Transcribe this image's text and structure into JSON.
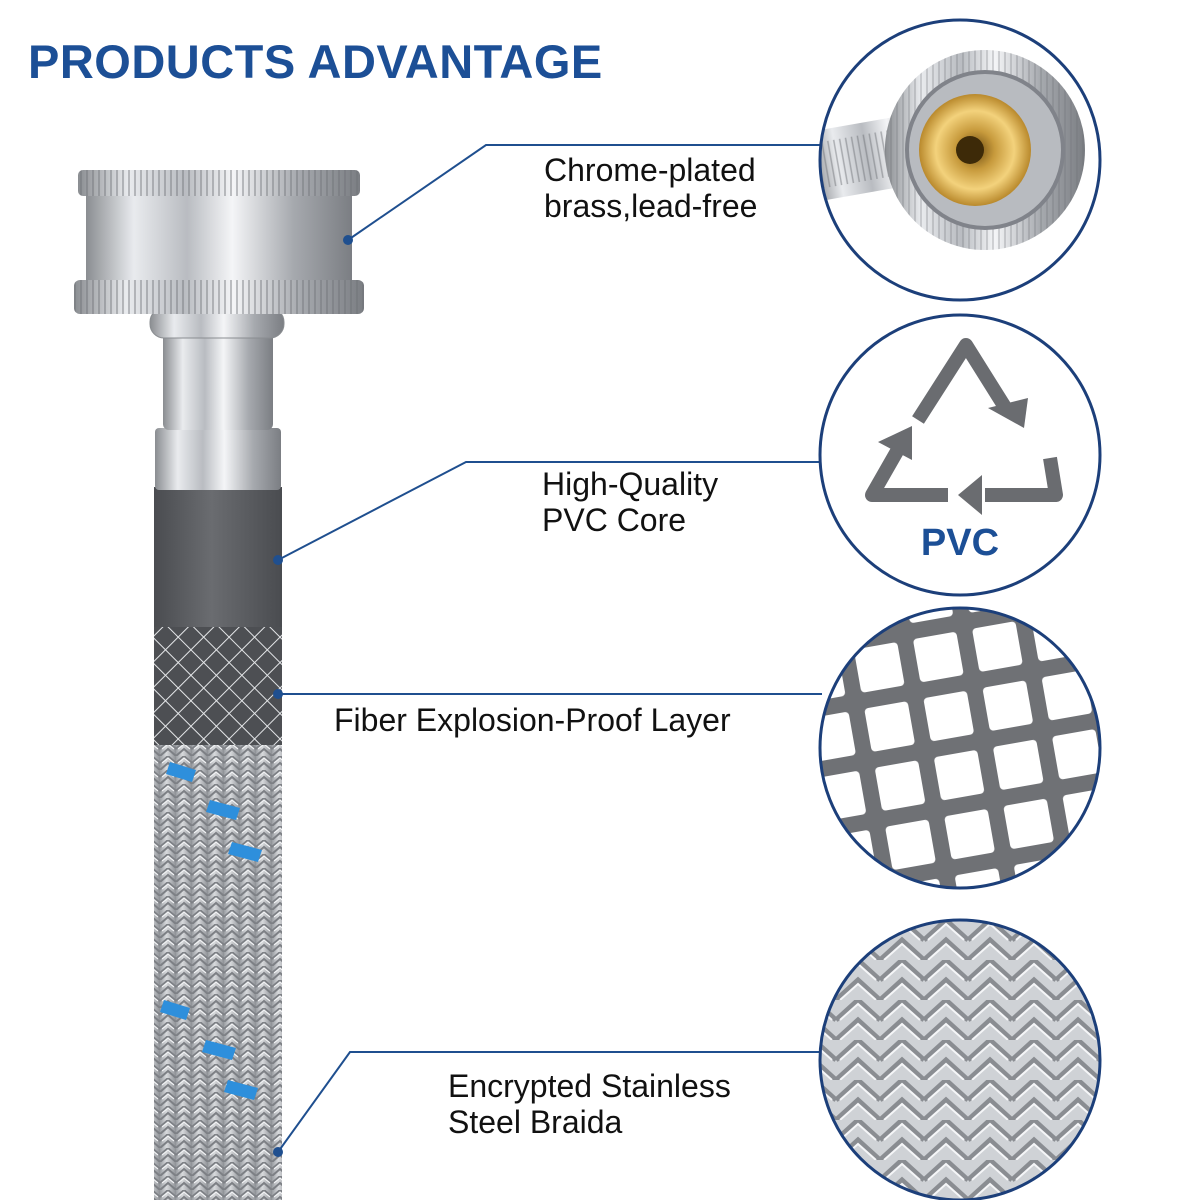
{
  "header": {
    "title": "PRODUCTS ADVANTAGE"
  },
  "features": [
    {
      "lines": [
        "Chrome-plated",
        "brass,lead-free"
      ],
      "detail_icon": "brass-fitting-closeup-icon"
    },
    {
      "lines": [
        "High-Quality",
        "PVC Core"
      ],
      "detail_icon": "recycle-pvc-icon",
      "badge": "PVC"
    },
    {
      "lines": [
        "Fiber Explosion-Proof Layer"
      ],
      "detail_icon": "fiber-mesh-icon"
    },
    {
      "lines": [
        "Encrypted Stainless",
        "Steel Braida"
      ],
      "detail_icon": "steel-braid-icon"
    }
  ],
  "colors": {
    "title": "#1c4f96",
    "leader_line": "#1f4f8f",
    "circle_border": "#1c3f7a",
    "pvc_badge": "#1c4f96",
    "braid_accent": "#2e8fdc",
    "pvc_core": "#5c5e62"
  }
}
